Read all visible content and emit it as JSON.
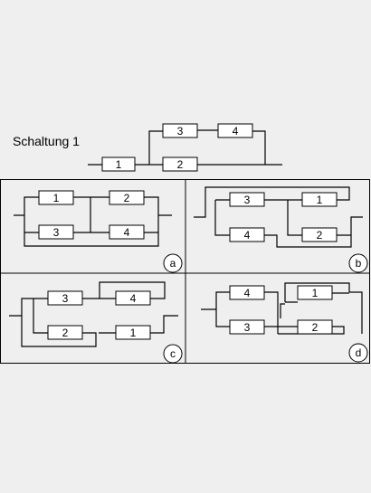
{
  "title": "Schaltung 1",
  "circuit_main": {
    "resistors": [
      "1",
      "2",
      "3",
      "4"
    ]
  },
  "panels": [
    {
      "label": "a",
      "resistors": [
        "1",
        "2",
        "3",
        "4"
      ]
    },
    {
      "label": "b",
      "resistors": [
        "3",
        "1",
        "4",
        "2"
      ]
    },
    {
      "label": "c",
      "resistors": [
        "3",
        "4",
        "2",
        "1"
      ]
    },
    {
      "label": "d",
      "resistors": [
        "4",
        "1",
        "3",
        "2"
      ]
    }
  ]
}
